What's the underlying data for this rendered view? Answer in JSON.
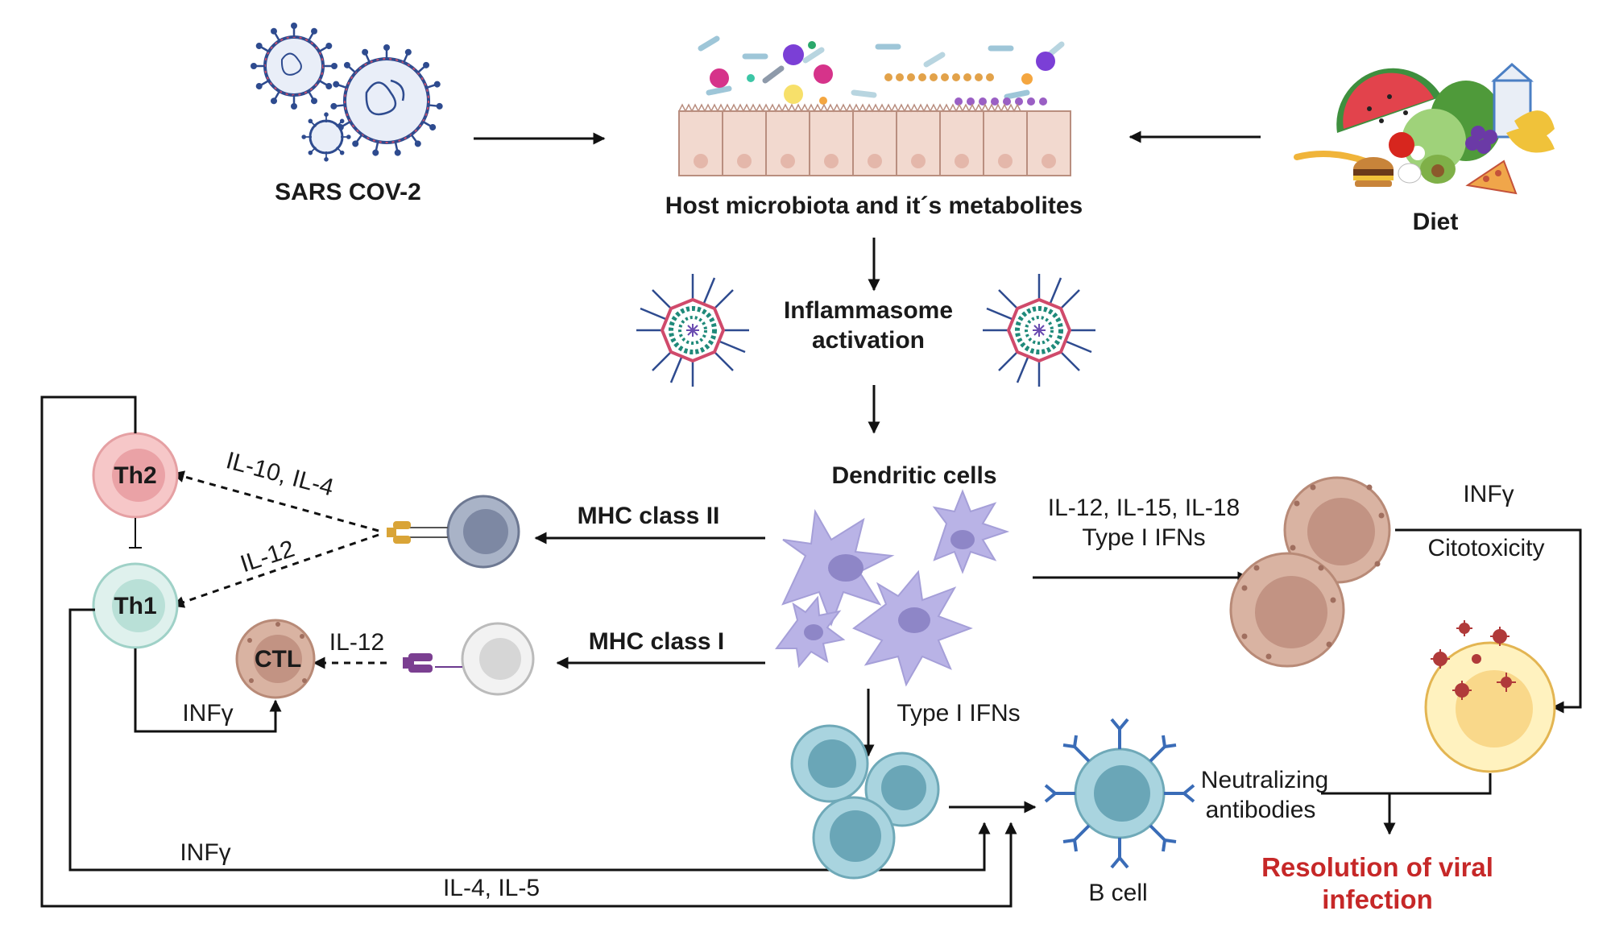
{
  "labels": {
    "sars": "SARS COV-2",
    "microbiota": "Host microbiota and it´s metabolites",
    "diet": "Diet",
    "inflammasome_1": "Inflammasome",
    "inflammasome_2": "activation",
    "dendritic": "Dendritic cells",
    "mhc2": "MHC class II",
    "mhc1": "MHC class I",
    "il_nk_1": "IL-12, IL-15, IL-18",
    "il_nk_2": "Type I IFNs",
    "infg_nk": "INFγ",
    "citotox": "Citotoxicity",
    "th2": "Th2",
    "th1": "Th1",
    "ctl": "CTL",
    "il10_il4": "IL-10, IL-4",
    "il12_th1": "IL-12",
    "il12_ctl": "IL-12",
    "infg_ctl": "INFγ",
    "type1_ifns": "Type I IFNs",
    "infg_bottom": "INFγ",
    "il4_il5": "IL-4, IL-5",
    "bcell": "B cell",
    "neutral_1": "Neutralizing",
    "neutral_2": "antibodies",
    "resolution_1": "Resolution of viral",
    "resolution_2": "infection"
  },
  "colors": {
    "resolution_text": "#c62828",
    "th2": "#f3b7b9",
    "th1": "#cfe9e4",
    "ctl": "#c9a08f",
    "dendritic": "#b9b3e6",
    "nk": "#c7a393",
    "infected": "#fff2bf",
    "bcell": "#8cc5d3",
    "virus": "#2e4b8f"
  },
  "icons": [
    "virus-icon",
    "microbiota-epithelium-icon",
    "food-icon",
    "inflammasome-icon",
    "dendritic-cell-icon",
    "receptor-icon",
    "antibody-icon"
  ]
}
